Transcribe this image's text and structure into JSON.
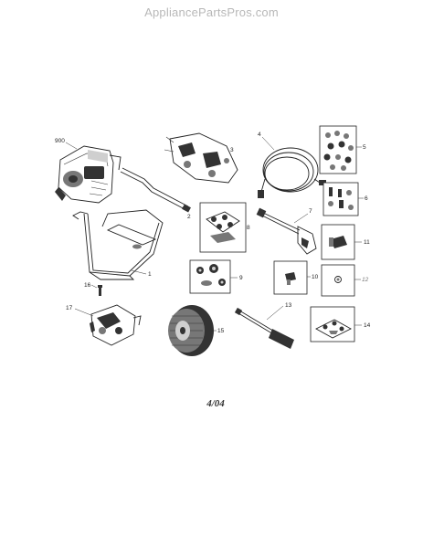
{
  "watermark": "AppliancePartsPros.com",
  "date_code": "4/04",
  "callouts": {
    "engine": "900",
    "manifold": "3",
    "hose": "4",
    "nozzle_kit": "5",
    "fittings_kit": "6",
    "wand": "7",
    "decal_kit": "8",
    "hardware_kit": "9",
    "connector": "10",
    "adapter": "11",
    "o_ring": "12",
    "spray_lance": "13",
    "filter_kit": "14",
    "wheel": "15",
    "pin": "16",
    "pump": "17",
    "frame": "1",
    "handle": "2"
  }
}
